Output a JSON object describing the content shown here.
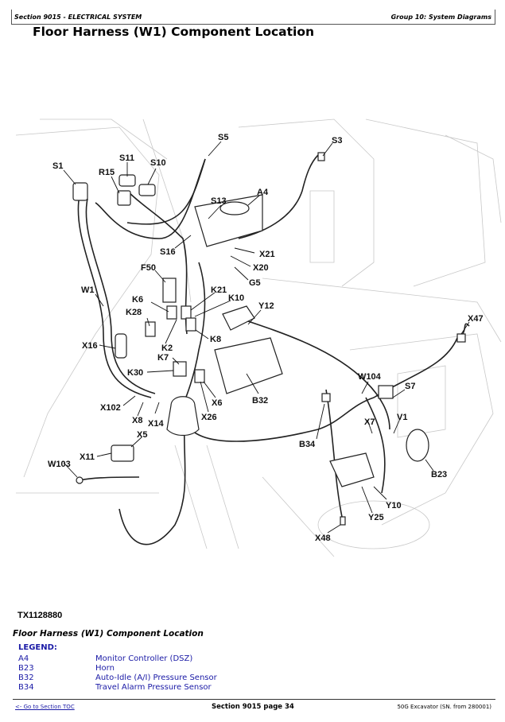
{
  "header": {
    "section": "Section 9015 - ELECTRICAL SYSTEM",
    "group": "Group 10: System Diagrams"
  },
  "page_title": "Floor Harness (W1) Component Location",
  "diagram": {
    "figure_id": "TX1128880",
    "labels": {
      "S5": "S5",
      "S3": "S3",
      "S1": "S1",
      "S11": "S11",
      "S10": "S10",
      "R15": "R15",
      "A4": "A4",
      "S13": "S13",
      "S16": "S16",
      "X21": "X21",
      "X20": "X20",
      "G5": "G5",
      "F50": "F50",
      "W1": "W1",
      "K21": "K21",
      "K10": "K10",
      "K6": "K6",
      "Y12": "Y12",
      "K28": "K28",
      "X47": "X47",
      "X16": "X16",
      "K8": "K8",
      "K2": "K2",
      "K7": "K7",
      "W104": "W104",
      "K30": "K30",
      "S7": "S7",
      "B32": "B32",
      "X6": "X6",
      "X102": "X102",
      "X7": "X7",
      "V1": "V1",
      "X8": "X8",
      "X14": "X14",
      "X26": "X26",
      "X5": "X5",
      "B34": "B34",
      "B23": "B23",
      "X11": "X11",
      "W103": "W103",
      "Y10": "Y10",
      "Y25": "Y25",
      "X48": "X48"
    }
  },
  "caption": "Floor Harness (W1) Component Location",
  "legend": {
    "title": "LEGEND:",
    "items": [
      {
        "code": "A4",
        "description": "Monitor Controller (DSZ)"
      },
      {
        "code": "B23",
        "description": "Horn"
      },
      {
        "code": "B32",
        "description": "Auto-Idle (A/I) Pressure Sensor"
      },
      {
        "code": "B34",
        "description": "Travel Alarm Pressure Sensor"
      }
    ]
  },
  "footer": {
    "toc_link": "<- Go to Section TOC",
    "page": "Section 9015 page 34",
    "model": "50G Excavator (SN. from 280001)"
  },
  "colors": {
    "legend_text": "#1a1aa6",
    "link": "#1a1aa6"
  }
}
